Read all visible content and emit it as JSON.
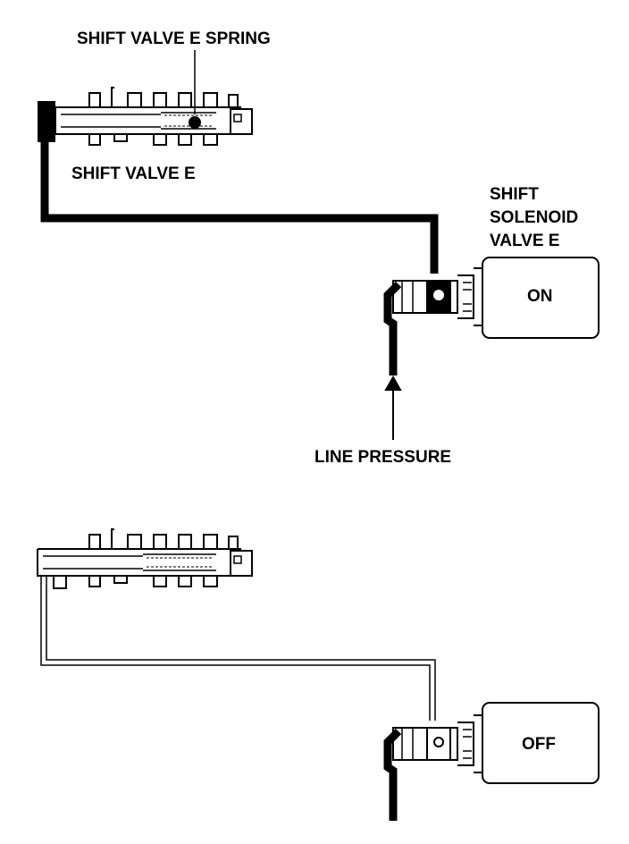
{
  "labels": {
    "spring": "SHIFT VALVE E SPRING",
    "valve": "SHIFT VALVE E",
    "solenoid_line1": "SHIFT",
    "solenoid_line2": "SOLENOID",
    "solenoid_line3": "VALVE E",
    "line_pressure": "LINE PRESSURE"
  },
  "states": {
    "top": "ON",
    "bottom": "OFF"
  }
}
